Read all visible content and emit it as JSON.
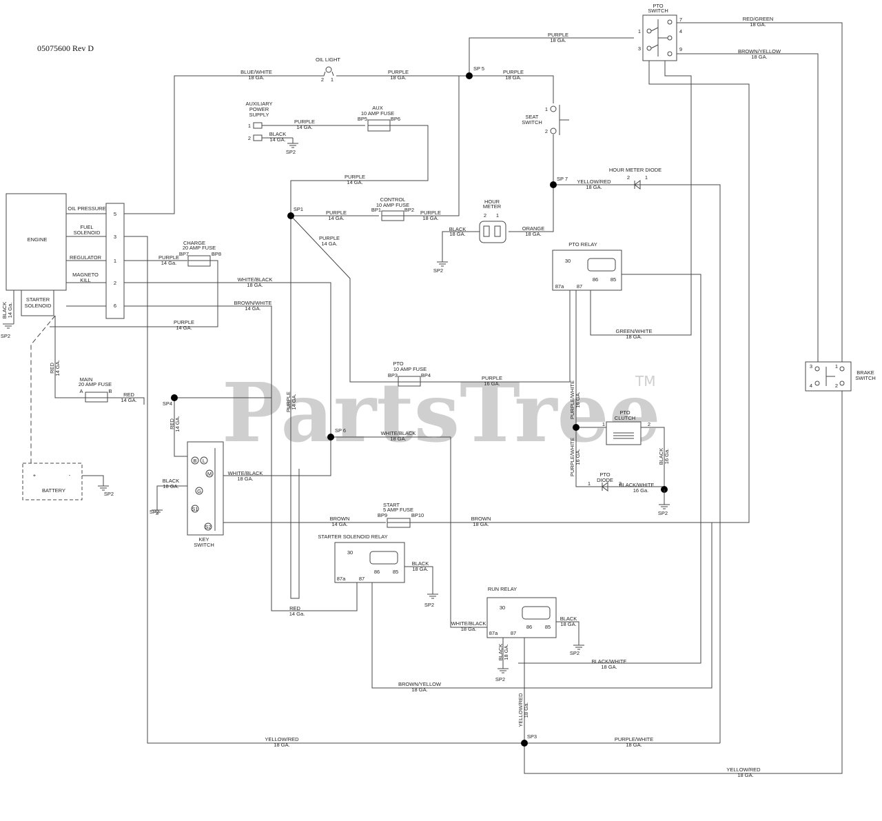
{
  "document": {
    "part_number": "05075600 Rev D",
    "watermark": "PartsTree",
    "trademark": "TM"
  },
  "components": {
    "engine": "ENGINE",
    "oil_pressure": "OIL PRESSURE",
    "fuel_solenoid": [
      "FUEL",
      "SOLENOID"
    ],
    "regulator": "REGULATOR",
    "magneto_kill": [
      "MAGNETO",
      "KILL"
    ],
    "starter_solenoid": [
      "STARTER",
      "SOLENOID"
    ],
    "battery": "BATTERY",
    "battery_pos": "+",
    "battery_neg": "-",
    "oil_light": "OIL LIGHT",
    "aux_power": [
      "AUXILIARY",
      "POWER",
      "SUPPLY"
    ],
    "aux_fuse": [
      "AUX",
      "10 AMP FUSE"
    ],
    "control_fuse": [
      "CONTROL",
      "10 AMP FUSE"
    ],
    "charge_fuse": [
      "CHARGE",
      "20 AMP FUSE"
    ],
    "main_fuse": [
      "MAIN",
      "20 AMP FUSE"
    ],
    "pto_fuse": [
      "PTO",
      "10 AMP FUSE"
    ],
    "start_fuse": [
      "START",
      "5 AMP FUSE"
    ],
    "hour_meter": [
      "HOUR",
      "METER"
    ],
    "hour_meter_diode": "HOUR METER DIODE",
    "seat_switch": [
      "SEAT",
      "SWITCH"
    ],
    "pto_switch": [
      "PTO",
      "SWITCH"
    ],
    "pto_relay": "PTO RELAY",
    "pto_clutch": [
      "PTO",
      "CLUTCH"
    ],
    "pto_diode": [
      "PTO",
      "DIODE"
    ],
    "brake_switch": [
      "BRAKE",
      "SWITCH"
    ],
    "key_switch": [
      "KEY",
      "SWITCH"
    ],
    "starter_solenoid_relay": "STARTER SOLENOID RELAY",
    "run_relay": "RUN RELAY"
  },
  "pins": {
    "engine_connector": [
      "5",
      "3",
      "1",
      "2",
      "6"
    ],
    "oil_light": [
      "2",
      "1"
    ],
    "aux_power": [
      "1",
      "2"
    ],
    "hour_meter": [
      "2",
      "1"
    ],
    "seat_switch": [
      "1",
      "2"
    ],
    "hour_meter_diode": [
      "2",
      "1"
    ],
    "pto_switch_left": [
      "1",
      "3"
    ],
    "pto_switch_right": [
      "7",
      "4",
      "9"
    ],
    "brake_switch": [
      "3",
      "1",
      "4",
      "2"
    ],
    "pto_clutch": [
      "1",
      "2"
    ],
    "pto_diode": [
      "1",
      "2"
    ],
    "relay": [
      "30",
      "87a",
      "87",
      "86",
      "85"
    ],
    "key_switch": [
      "B",
      "L",
      "M",
      "G",
      "S1",
      "S2"
    ],
    "fuse_terminals": [
      "BP5",
      "BP6",
      "BP1",
      "BP2",
      "BP7",
      "BP8",
      "BP3",
      "BP4",
      "BP9",
      "BP10",
      "A",
      "B"
    ]
  },
  "splices": [
    "SP1",
    "SP2",
    "SP3",
    "SP4",
    "SP 5",
    "SP 6",
    "SP 7"
  ],
  "wires": {
    "blue_white": [
      "BLUE/WHITE",
      "18 GA."
    ],
    "purple_18": [
      "PURPLE",
      "18 GA."
    ],
    "purple_14": [
      "PURPLE",
      "14 GA."
    ],
    "purple_14b": [
      "PURPLE",
      "14 Ga."
    ],
    "purple_16": [
      "PURPLE",
      "16 GA."
    ],
    "purple_white_16": [
      "PURPLE/WHITE",
      "16 GA."
    ],
    "purple_white_18": [
      "PURPLE/WHITE",
      "18 GA."
    ],
    "black_14": [
      "BLACK",
      "14 Ga."
    ],
    "black_14_upper": [
      "BLACK",
      "14 GA."
    ],
    "black_18": [
      "BLACK",
      "18 GA."
    ],
    "black_16": [
      "BLACK",
      "16 Ga."
    ],
    "black_white_16": [
      "BLACK/WHITE",
      "16 Ga."
    ],
    "black_white_18": [
      "BLACK/WHITE",
      "18 GA."
    ],
    "orange": [
      "ORANGE",
      "18 GA."
    ],
    "yellow_red": [
      "YELLOW/RED",
      "18 GA."
    ],
    "yellow_red_b": [
      "YELLOW/RED",
      "18 Ga."
    ],
    "red_green": [
      "RED/GREEN",
      "18 GA."
    ],
    "brown_yellow": [
      "BROWN/YELLOW",
      "18 GA."
    ],
    "green_white": [
      "GREEN/WHITE",
      "18 GA."
    ],
    "white_black_18": [
      "WHITE/BLACK",
      "18 GA."
    ],
    "white_black_18b": [
      "WHITE/BLACK",
      "18 Ga."
    ],
    "brown_white": [
      "BROWN/WHITE",
      "14 GA."
    ],
    "brown_14": [
      "BROWN",
      "14 GA."
    ],
    "brown_18": [
      "BROWN",
      "18 GA."
    ],
    "red_14": [
      "RED",
      "14 GA."
    ],
    "red_14b": [
      "RED",
      "14 Ga."
    ]
  }
}
